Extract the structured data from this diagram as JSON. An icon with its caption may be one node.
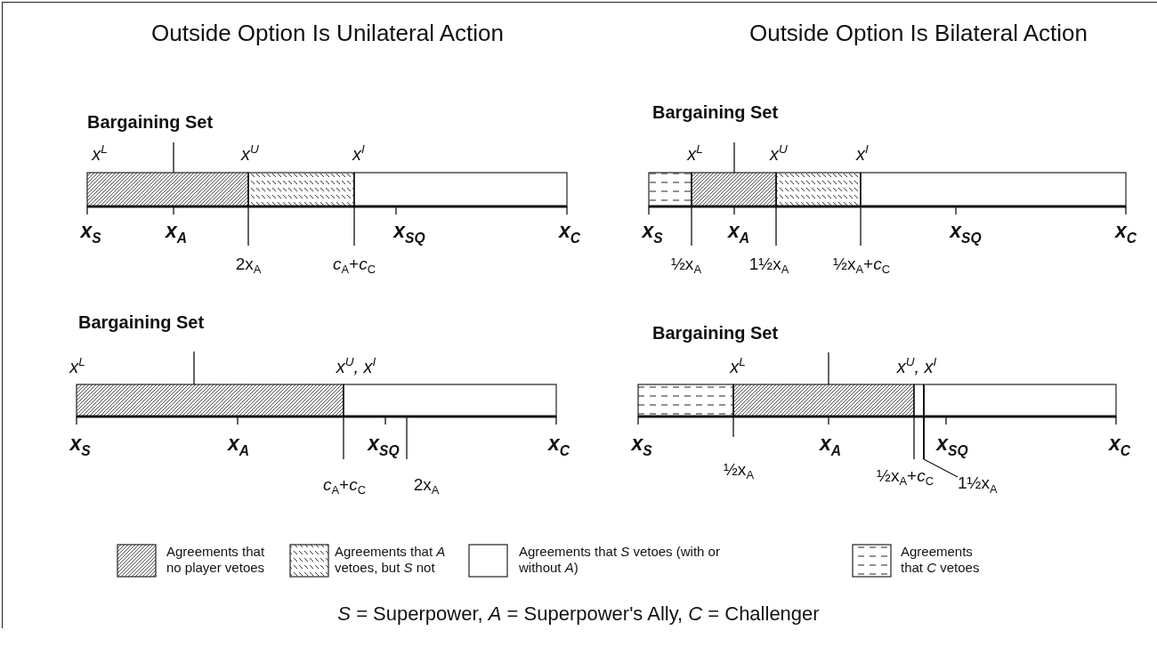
{
  "diagram": {
    "caption": "*S* = Superpower, *A* = Superpower's Ally, *C* = Challenger",
    "nodes": [
      {
        "text": [
          "1½x$_{A}$"
        ]
      },
      {
        "text": [],
        "shape": "line"
      }
    ],
    "edges": [
      {
        "from": 0,
        "to": 1,
        "arrow": "none"
      }
    ],
    "labels": [
      "Outside Option Is Unilateral Action",
      "Outside Option Is Bilateral Action",
      "Bargaining Set",
      "x$^{L}$",
      "x$^{U}$",
      "x$^{I}$",
      "x$_{S}$",
      "x$_{A}$",
      "x$_{SQ}$",
      "x$_{C}$",
      "2x$_{A}$",
      "*c*$_{A}$+*c*$_{C}$",
      "Bargaining Set",
      "x$^{L}$",
      "x$^{U}$",
      "x$^{I}$",
      "x$_{S}$",
      "x$_{A}$",
      "x$_{SQ}$",
      "x$_{C}$",
      "½x$_{A}$",
      "1½x$_{A}$",
      "½x$_{A}$+*c*$_{C}$",
      "Bargaining Set",
      "x$^{L}$",
      "x$^{U}$, x$^{I}$",
      "x$_{S}$",
      "x$_{A}$",
      "x$_{SQ}$",
      "x$_{C}$",
      "*c*$_{A}$+*c*$_{C}$",
      "2x$_{A}$",
      "Bargaining Set",
      "x$^{L}$",
      "x$^{U}$, x$^{I}$",
      "x$_{S}$",
      "x$_{A}$",
      "x$_{SQ}$",
      "x$_{C}$",
      "½x$_{A}$",
      "½x$_{A}$+*c*$_{C}$"
    ],
    "legend": [
      {
        "text": "Agreements that no player vetoes"
      },
      {
        "text": "Agreements that *A* vetoes, but *S* not"
      },
      {
        "text": "Agreements that *S* vetoes (with or without *A*)"
      },
      {
        "text": "Agreements that *C* vetoes"
      }
    ]
  }
}
